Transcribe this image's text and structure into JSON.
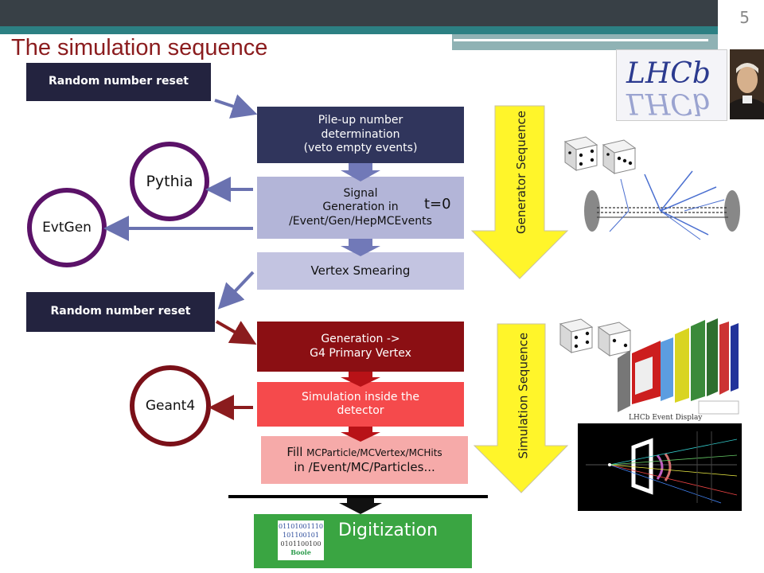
{
  "slide": {
    "number": "5",
    "title": "The simulation sequence"
  },
  "random_reset_1": "Random number reset",
  "random_reset_2": "Random number reset",
  "gen": {
    "pileup": [
      "Pile-up number",
      "determination",
      "(veto empty events)"
    ],
    "signal": [
      "Signal",
      "Generation in",
      "/Event/Gen/HepMCEvents"
    ],
    "t0": "t=0",
    "vertex": "Vertex Smearing"
  },
  "sim": {
    "g4": [
      "Generation ->",
      "G4 Primary Vertex"
    ],
    "inside": [
      "Simulation inside the",
      "detector"
    ],
    "fill_1a": "Fill ",
    "fill_1b": "MCParticle/MCVertex/MCHits",
    "fill_2": "in /Event/MC/Particles..."
  },
  "digitization": "Digitization",
  "circles": {
    "pythia": "Pythia",
    "evtgen": "EvtGen",
    "geant4": "Geant4"
  },
  "sequences": {
    "generator": "Generator Sequence",
    "simulation": "Simulation Sequence"
  },
  "logos": {
    "lhcb": "LHCb",
    "event_display": "LHCb Event Display"
  },
  "binary": [
    "01101001110",
    "101100101",
    "0101100100",
    "Boole"
  ],
  "colors": {
    "header_band": "#384046",
    "teal_band": "#2c8083",
    "title": "#8b1c1e",
    "yellow": "#fff52a",
    "maroon": "#8b0f13",
    "purple": "#5b1268"
  }
}
